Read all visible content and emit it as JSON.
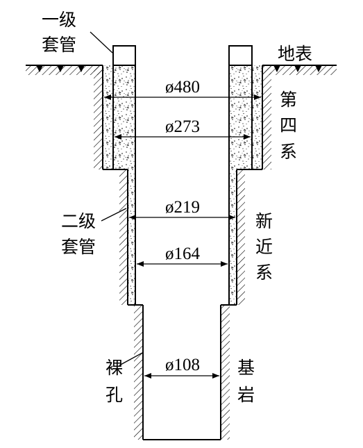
{
  "labels": {
    "casing1_line1": "一级",
    "casing1_line2": "套管",
    "surface": "地表",
    "quaternary_1": "第",
    "quaternary_2": "四",
    "quaternary_3": "系",
    "casing2_line1": "二级",
    "casing2_line2": "套管",
    "neogene_1": "新",
    "neogene_2": "近",
    "neogene_3": "系",
    "bare_1": "裸",
    "bare_2": "孔",
    "bedrock_1": "基",
    "bedrock_2": "岩"
  },
  "dimensions": {
    "d480": "ø480",
    "d273": "ø273",
    "d219": "ø219",
    "d164": "ø164",
    "d108": "ø108"
  },
  "colors": {
    "line": "#000000",
    "background": "#ffffff"
  }
}
